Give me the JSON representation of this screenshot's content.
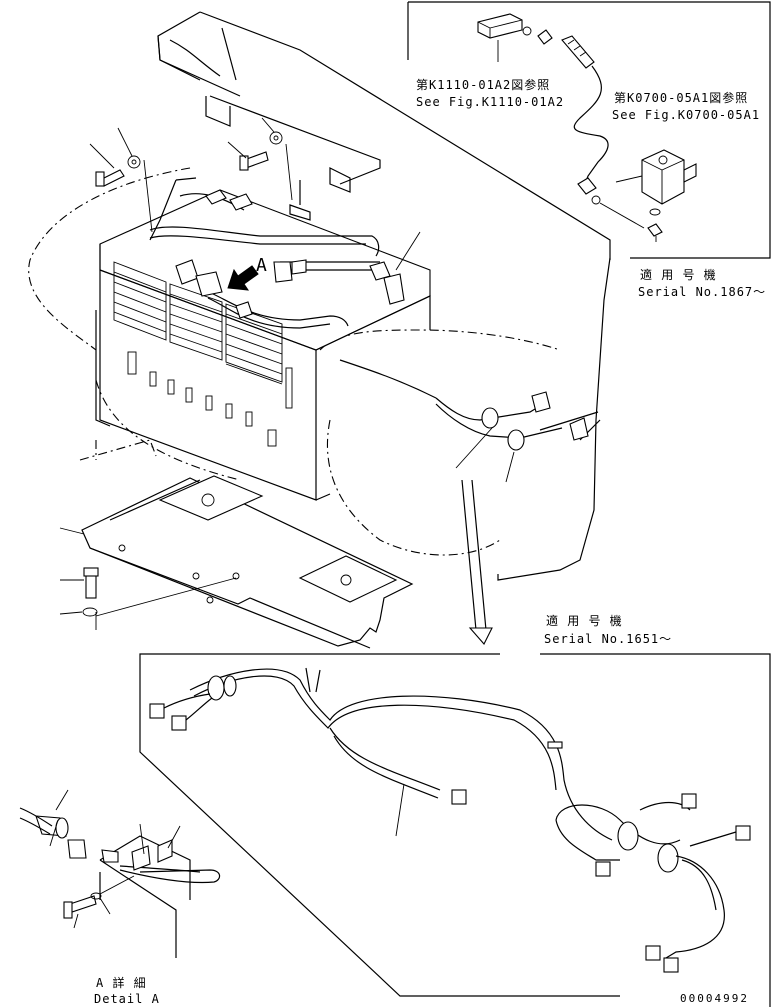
{
  "references": {
    "ref1_jp": "第K1110-01A2図参照",
    "ref1_en": "See Fig.K1110-01A2",
    "ref2_jp": "第K0700-05A1図参照",
    "ref2_en": "See Fig.K0700-05A1"
  },
  "serial_upper": {
    "jp": "適 用 号 機",
    "en": "Serial No.1867～"
  },
  "serial_lower": {
    "jp": "適 用 号 機",
    "en": "Serial No.1651～"
  },
  "view_marker": "A",
  "detail": {
    "jp": "A 詳 細",
    "en": "Detail A"
  },
  "drawing_number": "00004992"
}
